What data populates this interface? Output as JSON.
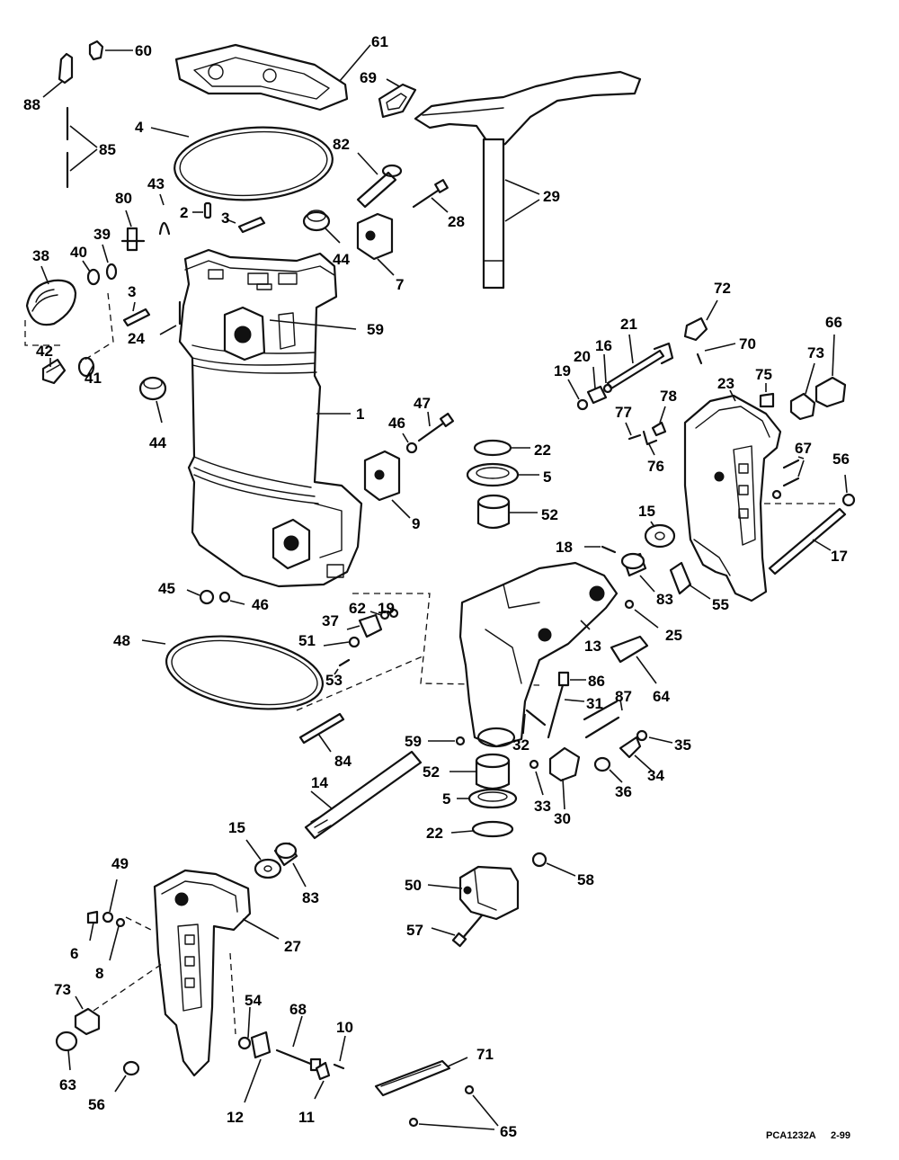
{
  "diagram": {
    "callouts": [
      {
        "id": "c60",
        "text": "60"
      },
      {
        "id": "c61",
        "text": "61"
      },
      {
        "id": "c88",
        "text": "88"
      },
      {
        "id": "c69",
        "text": "69"
      },
      {
        "id": "c4",
        "text": "4"
      },
      {
        "id": "c85",
        "text": "85"
      },
      {
        "id": "c82",
        "text": "82"
      },
      {
        "id": "c29",
        "text": "29"
      },
      {
        "id": "c28",
        "text": "28"
      },
      {
        "id": "c43",
        "text": "43"
      },
      {
        "id": "c80",
        "text": "80"
      },
      {
        "id": "c2",
        "text": "2"
      },
      {
        "id": "c3a",
        "text": "3"
      },
      {
        "id": "c44a",
        "text": "44"
      },
      {
        "id": "c7",
        "text": "7"
      },
      {
        "id": "c39",
        "text": "39"
      },
      {
        "id": "c38",
        "text": "38"
      },
      {
        "id": "c40",
        "text": "40"
      },
      {
        "id": "c3b",
        "text": "3"
      },
      {
        "id": "c24",
        "text": "24"
      },
      {
        "id": "c59a",
        "text": "59"
      },
      {
        "id": "c72",
        "text": "72"
      },
      {
        "id": "c21",
        "text": "21"
      },
      {
        "id": "c66",
        "text": "66"
      },
      {
        "id": "c42",
        "text": "42"
      },
      {
        "id": "c41",
        "text": "41"
      },
      {
        "id": "c70",
        "text": "70"
      },
      {
        "id": "c19a",
        "text": "19"
      },
      {
        "id": "c20",
        "text": "20"
      },
      {
        "id": "c16",
        "text": "16"
      },
      {
        "id": "c73a",
        "text": "73"
      },
      {
        "id": "c75",
        "text": "75"
      },
      {
        "id": "c23",
        "text": "23"
      },
      {
        "id": "c1",
        "text": "1"
      },
      {
        "id": "c44b",
        "text": "44"
      },
      {
        "id": "c47",
        "text": "47"
      },
      {
        "id": "c46a",
        "text": "46"
      },
      {
        "id": "c77",
        "text": "77"
      },
      {
        "id": "c78",
        "text": "78"
      },
      {
        "id": "c76",
        "text": "76"
      },
      {
        "id": "c22a",
        "text": "22"
      },
      {
        "id": "c67",
        "text": "67"
      },
      {
        "id": "c56a",
        "text": "56"
      },
      {
        "id": "c5a",
        "text": "5"
      },
      {
        "id": "c52a",
        "text": "52"
      },
      {
        "id": "c9",
        "text": "9"
      },
      {
        "id": "c15a",
        "text": "15"
      },
      {
        "id": "c18",
        "text": "18"
      },
      {
        "id": "c17",
        "text": "17"
      },
      {
        "id": "c83a",
        "text": "83"
      },
      {
        "id": "c55",
        "text": "55"
      },
      {
        "id": "c45",
        "text": "45"
      },
      {
        "id": "c46b",
        "text": "46"
      },
      {
        "id": "c37",
        "text": "37"
      },
      {
        "id": "c62",
        "text": "62"
      },
      {
        "id": "c19b",
        "text": "19"
      },
      {
        "id": "c25",
        "text": "25"
      },
      {
        "id": "c48",
        "text": "48"
      },
      {
        "id": "c51",
        "text": "51"
      },
      {
        "id": "c13",
        "text": "13"
      },
      {
        "id": "c53",
        "text": "53"
      },
      {
        "id": "c86",
        "text": "86"
      },
      {
        "id": "c64",
        "text": "64"
      },
      {
        "id": "c31",
        "text": "31"
      },
      {
        "id": "c87",
        "text": "87"
      },
      {
        "id": "c59b",
        "text": "59"
      },
      {
        "id": "c32",
        "text": "32"
      },
      {
        "id": "c35",
        "text": "35"
      },
      {
        "id": "c84",
        "text": "84"
      },
      {
        "id": "c52b",
        "text": "52"
      },
      {
        "id": "c34",
        "text": "34"
      },
      {
        "id": "c14",
        "text": "14"
      },
      {
        "id": "c36",
        "text": "36"
      },
      {
        "id": "c5b",
        "text": "5"
      },
      {
        "id": "c33",
        "text": "33"
      },
      {
        "id": "c30",
        "text": "30"
      },
      {
        "id": "c22b",
        "text": "22"
      },
      {
        "id": "c15b",
        "text": "15"
      },
      {
        "id": "c83b",
        "text": "83"
      },
      {
        "id": "c58",
        "text": "58"
      },
      {
        "id": "c49",
        "text": "49"
      },
      {
        "id": "c50",
        "text": "50"
      },
      {
        "id": "c27",
        "text": "27"
      },
      {
        "id": "c6",
        "text": "6"
      },
      {
        "id": "c57",
        "text": "57"
      },
      {
        "id": "c8",
        "text": "8"
      },
      {
        "id": "c73b",
        "text": "73"
      },
      {
        "id": "c54",
        "text": "54"
      },
      {
        "id": "c68",
        "text": "68"
      },
      {
        "id": "c10",
        "text": "10"
      },
      {
        "id": "c63",
        "text": "63"
      },
      {
        "id": "c71",
        "text": "71"
      },
      {
        "id": "c56b",
        "text": "56"
      },
      {
        "id": "c12",
        "text": "12"
      },
      {
        "id": "c11",
        "text": "11"
      },
      {
        "id": "c65",
        "text": "65"
      }
    ],
    "caption": "PCA1232A",
    "date_code": "2-99"
  }
}
